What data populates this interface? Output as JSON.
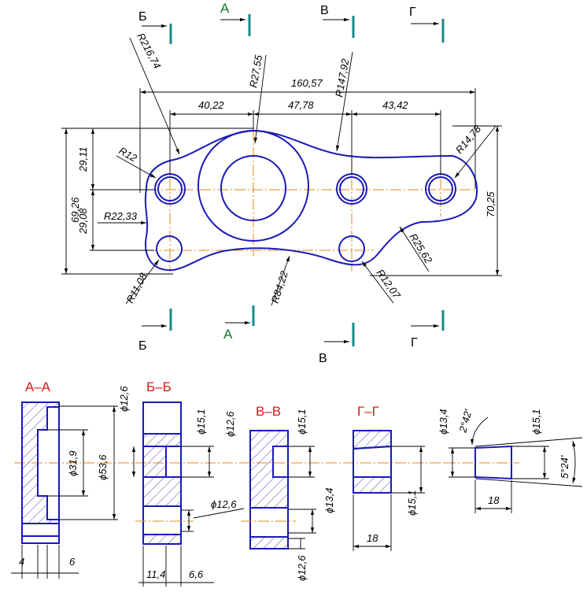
{
  "section_letters": {
    "b": "Б",
    "a": "А",
    "v": "В",
    "g": "Г"
  },
  "section_titles": {
    "aa": "А–А",
    "bb": "Б–Б",
    "vv": "В–В",
    "gg": "Г–Г"
  },
  "dimensions": {
    "r216": "R216,74",
    "r27": "R27,55",
    "overall_width": "160,57",
    "r147": "R147,92",
    "d40": "40,22",
    "d47": "47,78",
    "d43": "43,42",
    "r12": "R12",
    "r14": "R14,78",
    "h69": "69,26",
    "h29_11": "29,11",
    "h29_08": "29,08",
    "r22": "R22,33",
    "h70": "70,25",
    "r25": "R25,62",
    "r11": "R11,08",
    "r84": "R84,22",
    "r12_07": "R12,07",
    "aa_d12_6": "ϕ12,6",
    "aa_d31_9": "ϕ31,9",
    "aa_d53_6": "ϕ53,6",
    "aa_w4": "4",
    "aa_w6": "6",
    "bb_d15_1": "ϕ15,1",
    "bb_d12_6a": "ϕ12,6",
    "bb_d12_6b": "ϕ12,6",
    "bb_w11_4": "11,4",
    "bb_w6_6": "6,6",
    "vv_d15_1": "ϕ15,1",
    "vv_d13_4": "ϕ13,4",
    "vv_d12_6": "ϕ12,6",
    "gg_d15_1": "ϕ15,1",
    "gg_w18": "18",
    "det_d13_4": "ϕ13,4",
    "det_angle": "2°42'",
    "det_d15_1": "ϕ15,1",
    "det_taper": "5°24'",
    "det_w18": "18"
  },
  "colors": {
    "outline": "#1a1ab8",
    "axis": "#e08a1e",
    "section_mark": "#178a8a",
    "section_title": "#e01818"
  }
}
